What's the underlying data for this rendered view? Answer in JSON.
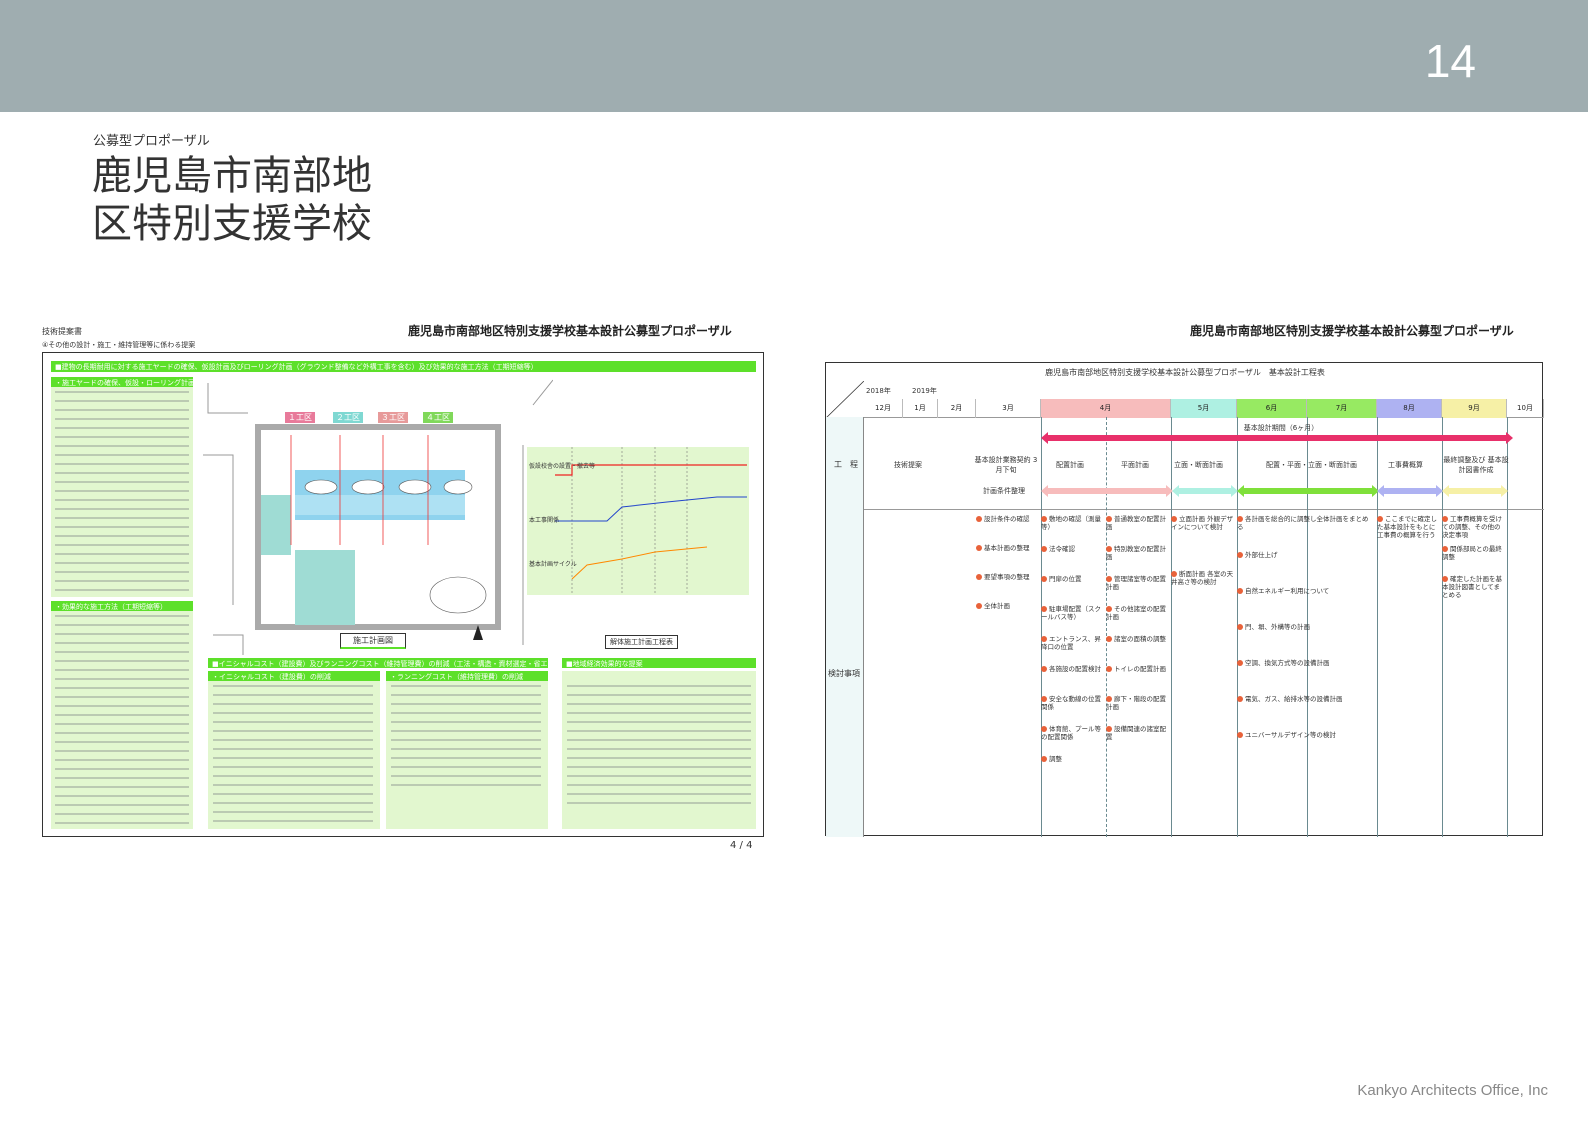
{
  "page": {
    "number": "14",
    "subtitle": "公募型プロポーザル",
    "title": "鹿児島市南部地区特別支援学校",
    "footer": "Kankyo Architects Office, Inc"
  },
  "left_doc": {
    "label": "技術提案書",
    "section": "④その他の設計・施工・維持管理等に係わる提案",
    "header": "鹿児島市南部地区特別支援学校基本設計公募型プロポーザル",
    "band_top": "■建物の長期耐用に対する施工ヤードの確保、仮設計画及びローリング計画（グラウンド整備など外構工事を含む）及び効果的な施工方法（工期短縮等）",
    "box1_title": "・施工ヤードの確保、仮設・ローリング計画",
    "box2_title": "・効果的な施工方法（工期短縮等）",
    "band_bottom1": "■イニシャルコスト（建設費）及びランニングコスト（維持管理費）の削減（工法・構造・資材選定・省エネ等）",
    "box3_title": "・イニシャルコスト（建設費）の削減",
    "box4_title": "・ランニングコスト（維持管理費）の削減",
    "band_bottom2": "■地域経済効果的な提案",
    "plan_label": "施工計画図",
    "chart_label": "解体施工計画工程表",
    "plan_stages": [
      "１工区",
      "２工区",
      "３工区",
      "４工区"
    ],
    "chart_rows": [
      "仮設校舎の設置・撤去等",
      "本工事関係",
      "基本計画サイクル"
    ],
    "page_indicator": "4 / 4"
  },
  "right_doc": {
    "header": "鹿児島市南部地区特別支援学校基本設計公募型プロポーザル",
    "table_title": "鹿児島市南部地区特別支援学校基本設計公募型プロポーザル　基本設計工程表",
    "years": [
      "2018年",
      "2019年"
    ],
    "months": [
      "12月",
      "1月",
      "2月",
      "3月",
      "4月",
      "5月",
      "6月",
      "7月",
      "8月",
      "9月",
      "10月"
    ],
    "row_labels": [
      "工　程",
      "検討事項"
    ],
    "period_label": "基本設計期間（6ヶ月）",
    "phases": [
      "技術提案",
      "基本設計業務契約 3月下旬",
      "配置計画",
      "平面計画",
      "立面・断面計画",
      "配置・平面・立面・断面計画",
      "工事費概算",
      "最終調整及び 基本設計図書作成"
    ],
    "condition": "計画条件整理",
    "items": [
      {
        "col": "c3",
        "text": "設計条件の確認"
      },
      {
        "col": "c3",
        "text": "基本計画の整理"
      },
      {
        "col": "c3",
        "text": "要望事項の整理"
      },
      {
        "col": "c3",
        "text": "全体計画"
      },
      {
        "col": "c4a",
        "text": "敷地の確認（測量等）"
      },
      {
        "col": "c4a",
        "text": "法令確認"
      },
      {
        "col": "c4a",
        "text": "門扉の位置"
      },
      {
        "col": "c4a",
        "text": "駐車場配置（スクールバス等）"
      },
      {
        "col": "c4a",
        "text": "エントランス、昇降口の位置"
      },
      {
        "col": "c4a",
        "text": "各施設の配置検討"
      },
      {
        "col": "c4a",
        "text": "安全な動線の位置関係"
      },
      {
        "col": "c4a",
        "text": "体育館、プール等の配置関係"
      },
      {
        "col": "c4a",
        "text": "調整"
      },
      {
        "col": "c4b",
        "text": "普通教室の配置計画"
      },
      {
        "col": "c4b",
        "text": "特別教室の配置計画"
      },
      {
        "col": "c4b",
        "text": "管理諸室等の配置計画"
      },
      {
        "col": "c4b",
        "text": "その他諸室の配置計画"
      },
      {
        "col": "c4b",
        "text": "諸室の面積の調整"
      },
      {
        "col": "c4b",
        "text": "トイレの配置計画"
      },
      {
        "col": "c4b",
        "text": "廊下・階段の配置計画"
      },
      {
        "col": "c4b",
        "text": "設備関連の諸室配置"
      },
      {
        "col": "c5",
        "text": "立面計画 外観デザインについて検討"
      },
      {
        "col": "c5",
        "text": "断面計画 各室の天井高さ等の検討"
      },
      {
        "col": "c67",
        "text": "各計画を総合的に調整し全体計画をまとめる"
      },
      {
        "col": "c67",
        "text": "外部仕上げ"
      },
      {
        "col": "c67",
        "text": "自然エネルギー利用について"
      },
      {
        "col": "c67",
        "text": "門、塀、外構等の計画"
      },
      {
        "col": "c67",
        "text": "空調、換気方式等の設備計画"
      },
      {
        "col": "c67",
        "text": "電気、ガス、給排水等の設備計画"
      },
      {
        "col": "c67",
        "text": "ユニバーサルデザイン等の検討"
      },
      {
        "col": "c8",
        "text": "ここまでに確定した基本設計をもとに工事費の概算を行う"
      },
      {
        "col": "c9",
        "text": "工事費概算を受けての調整、その他の決定事項"
      },
      {
        "col": "c9",
        "text": "関係部局との最終調整"
      },
      {
        "col": "c9",
        "text": "確定した計画を基本設計図書としてまとめる"
      }
    ],
    "colors": {
      "apr": "#f7bcbc",
      "may": "#aef0e2",
      "jun": "#97ea62",
      "aug": "#aeb2f2",
      "sep": "#f6f0a6",
      "period": "#e8306a"
    }
  }
}
